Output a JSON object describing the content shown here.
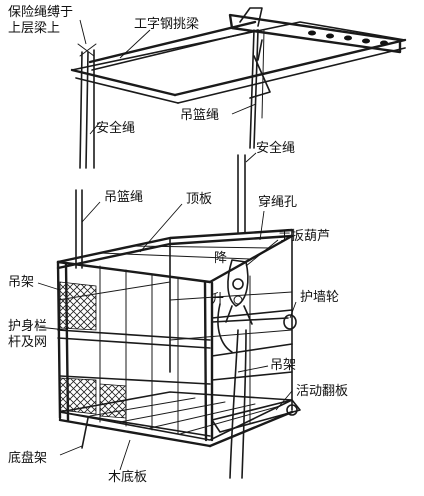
{
  "labels": {
    "safety_rope_tie": [
      "保险绳缚于",
      "上层梁上"
    ],
    "i_beam_outrigger": "工字钢挑梁",
    "safety_rope_left": "安全绳",
    "basket_rope_upper": "吊篮绳",
    "safety_rope_right": "安全绳",
    "basket_rope_left": "吊篮绳",
    "top_board": "顶板",
    "rope_hole": "穿绳孔",
    "hand_hoist": "手扳葫芦",
    "lower": "降",
    "raise": "升",
    "hanger_left": "吊架",
    "wall_wheel": "护墙轮",
    "guardrail": [
      "护身栏",
      "杆及网"
    ],
    "hanger_right": "吊架",
    "flip_board": "活动翻板",
    "chassis": "底盘架",
    "wood_floor": "木底板"
  }
}
